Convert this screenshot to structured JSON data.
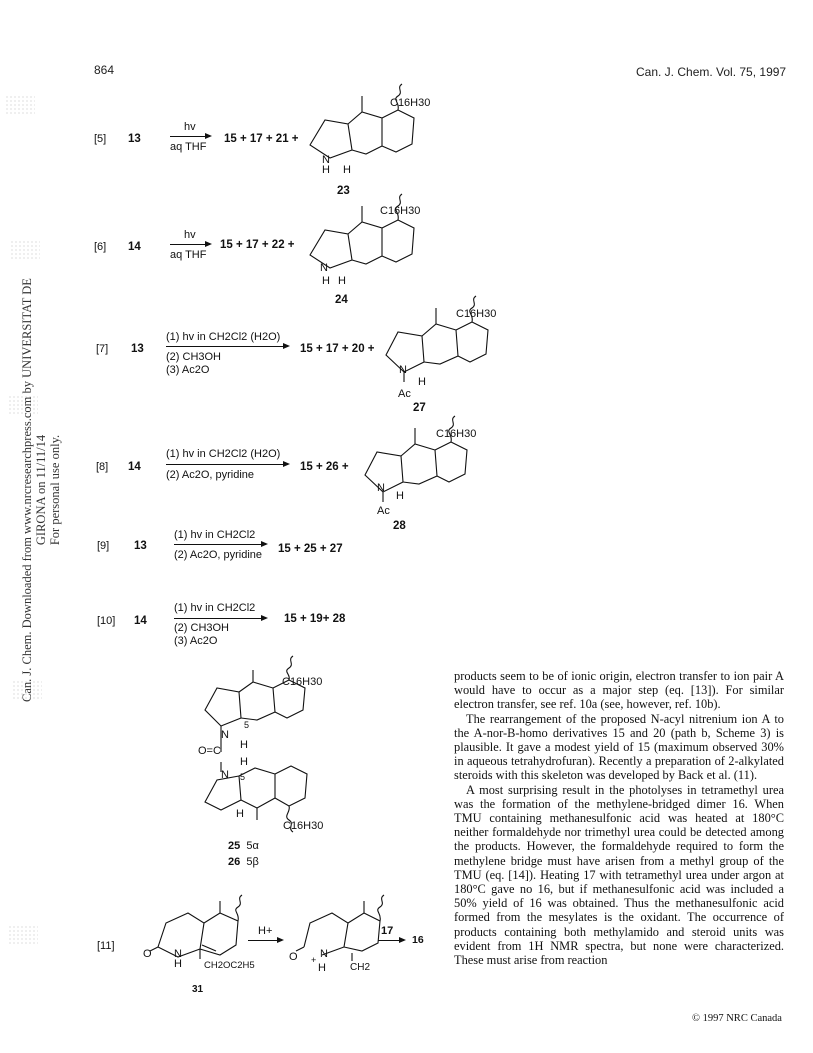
{
  "header": {
    "page_number": "864",
    "journal": "Can. J. Chem. Vol. 75, 1997"
  },
  "sidebar": {
    "line1": "Can. J. Chem. Downloaded from www.nrcresearchpress.com by UNIVERSITAT DE GIRONA on 11/11/14",
    "line2": "For personal use only."
  },
  "equations": [
    {
      "no": "[5]",
      "reactant": "13",
      "cond1": "hv",
      "cond2": "aq THF",
      "products": "15 + 17 + 21 +",
      "compound": "23"
    },
    {
      "no": "[6]",
      "reactant": "14",
      "cond1": "hv",
      "cond2": "aq THF",
      "products": "15 + 17 + 22 +",
      "compound": "24"
    },
    {
      "no": "[7]",
      "reactant": "13",
      "cond1": "(1) hv in CH2Cl2 (H2O)",
      "cond2": "(2) CH3OH",
      "cond3": "(3) Ac2O",
      "products": "15 + 17 + 20 +",
      "compound": "27"
    },
    {
      "no": "[8]",
      "reactant": "14",
      "cond1": "(1) hv in CH2Cl2 (H2O)",
      "cond2": "(2) Ac2O, pyridine",
      "products": "15 + 26 +",
      "compound": "28"
    },
    {
      "no": "[9]",
      "reactant": "13",
      "cond1": "(1) hv in CH2Cl2",
      "cond2": "(2) Ac2O, pyridine",
      "products": "15 + 25 + 27"
    },
    {
      "no": "[10]",
      "reactant": "14",
      "cond1": "(1) hv in CH2Cl2",
      "cond2": "(2) CH3OH",
      "cond3": "(3) Ac2O",
      "products": "15 + 19+ 28"
    },
    {
      "no": "[11]",
      "cond1": "H+",
      "cond2": "17",
      "products": "16",
      "compound": "31"
    }
  ],
  "dimer": {
    "label1_num": "25",
    "label1_stereo": "5α",
    "label2_num": "26",
    "label2_stereo": "5β"
  },
  "structure_text": {
    "side_chain": "C16H30",
    "n": "N",
    "h": "H",
    "ac": "Ac",
    "five": "5",
    "oc": "O=C",
    "o": "O",
    "plus": "+",
    "ch2": "CH2",
    "ch2oc2h5": "CH2OC2H5"
  },
  "body_paragraphs": [
    "products seem to be of ionic origin, electron transfer to ion pair A would have to occur as a major step (eq. [13]). For similar electron transfer, see ref. 10a (see, however, ref. 10b).",
    "The rearrangement of the proposed N-acyl nitrenium ion A to the A-nor-B-homo derivatives 15 and 20 (path b, Scheme 3) is plausible. It gave a modest yield of 15 (maximum observed 30% in aqueous tetrahydrofuran). Recently a preparation of 2-alkylated steroids with this skeleton was developed by Back et al. (11).",
    "A most surprising result in the photolyses in tetramethyl urea was the formation of the methylene-bridged dimer 16. When TMU containing methanesulfonic acid was heated at 180°C neither formaldehyde nor trimethyl urea could be detected among the products. However, the formaldehyde required to form the methylene bridge must have arisen from a methyl group of the TMU (eq. [14]). Heating 17 with tetramethyl urea under argon at 180°C gave no 16, but if methanesulfonic acid was included a 50% yield of 16 was obtained. Thus the methanesulfonic acid formed from the mesylates is the oxidant. The occurrence of products containing both methylamido and steroid units was evident from 1H NMR spectra, but none were characterized. These must arise from reaction"
  ],
  "footer": {
    "copyright": "© 1997 NRC Canada"
  }
}
